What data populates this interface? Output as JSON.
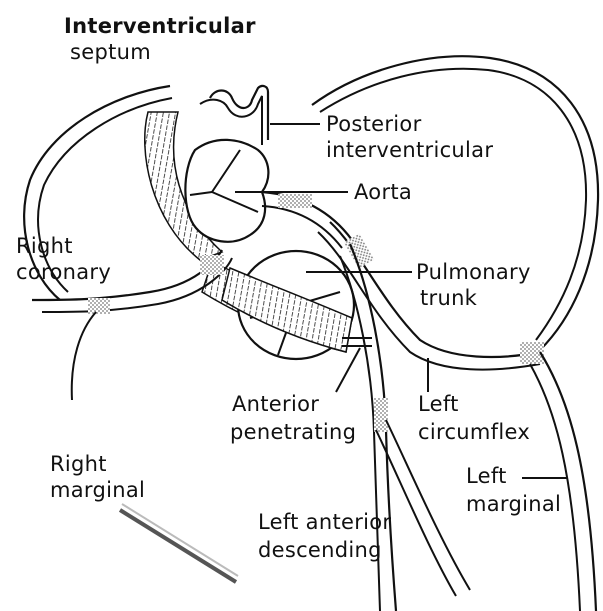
{
  "labels": {
    "interventricular_septum": [
      "Interventricular",
      "septum"
    ],
    "posterior_interventricular": [
      "Posterior",
      "interventricular"
    ],
    "aorta": "Aorta",
    "right_coronary": [
      "Right",
      "coronary"
    ],
    "pulmonary_trunk": [
      "Pulmonary",
      "trunk"
    ],
    "anterior_penetrating": [
      "Anterior",
      "penetrating"
    ],
    "left_circumflex": [
      "Left",
      "circumflex"
    ],
    "right_marginal": [
      "Right",
      "marginal"
    ],
    "left_marginal": [
      "Left",
      "marginal"
    ],
    "left_anterior_descending": [
      "Left anterior",
      "descending"
    ]
  },
  "colors": {
    "ink": "#111111",
    "stipple": "#888888",
    "background": "#ffffff"
  }
}
